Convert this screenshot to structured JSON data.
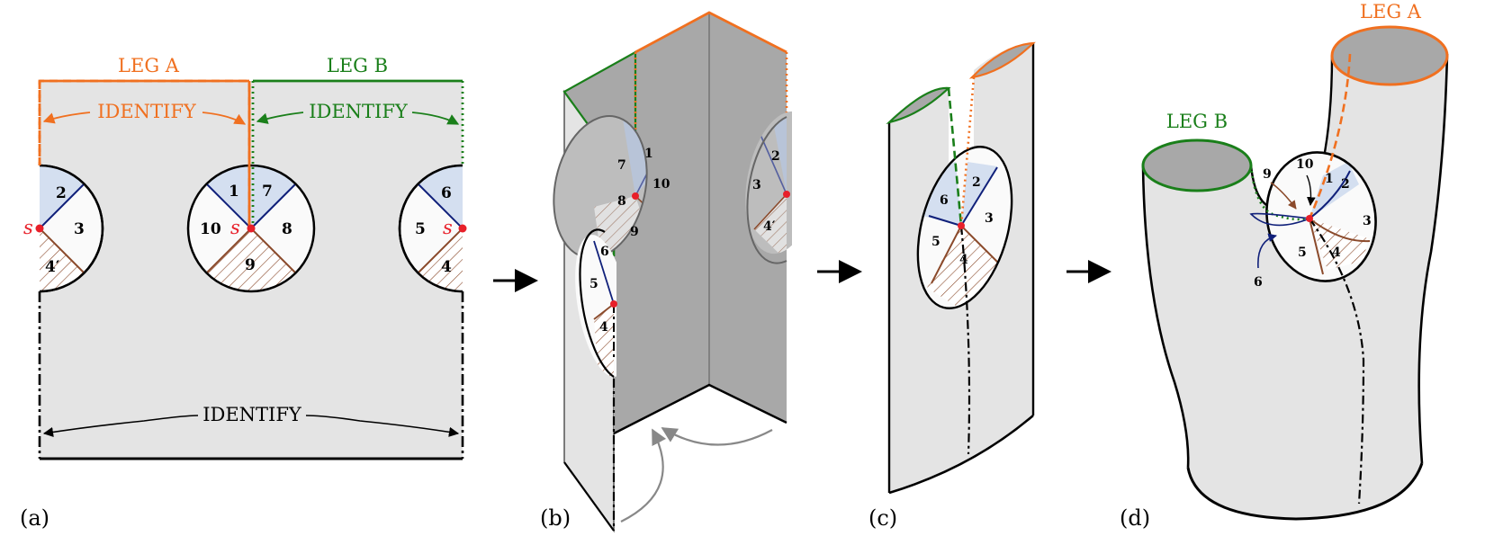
{
  "colors": {
    "leg_a": "#f07020",
    "leg_b": "#1a7f1a",
    "sheet": "#e4e4e4",
    "dark_sheet": "#a8a8a8",
    "blue_region": "#d4dff0",
    "hatch": "#8b4a2b",
    "point": "#e8202a",
    "arrow": "#000000",
    "grey_arrow": "#888888"
  },
  "panel_a": {
    "label": "(a)",
    "leg_a": "LEG A",
    "leg_b": "LEG B",
    "identify_a": "IDENTIFY",
    "identify_b": "IDENTIFY",
    "identify_bottom": "IDENTIFY",
    "s_labels": [
      "s",
      "s",
      "s"
    ],
    "left_disk": [
      "2",
      "3",
      "4′"
    ],
    "middle_disk": [
      "1",
      "7",
      "10",
      "8",
      "9"
    ],
    "right_disk": [
      "6",
      "5",
      "4"
    ]
  },
  "panel_b": {
    "label": "(b)",
    "left_ellipse": [
      "6",
      "5",
      "4"
    ],
    "middle_ellipse": [
      "7",
      "1",
      "10",
      "8",
      "9"
    ],
    "right_ellipse": [
      "2",
      "3",
      "4′"
    ]
  },
  "panel_c": {
    "label": "(c)",
    "numbers": [
      "6",
      "2",
      "3",
      "5",
      "4"
    ]
  },
  "panel_d": {
    "label": "(d)",
    "leg_a": "LEG A",
    "leg_b": "LEG B",
    "numbers": [
      "9",
      "10",
      "1",
      "2",
      "3",
      "6",
      "5",
      "4"
    ]
  }
}
